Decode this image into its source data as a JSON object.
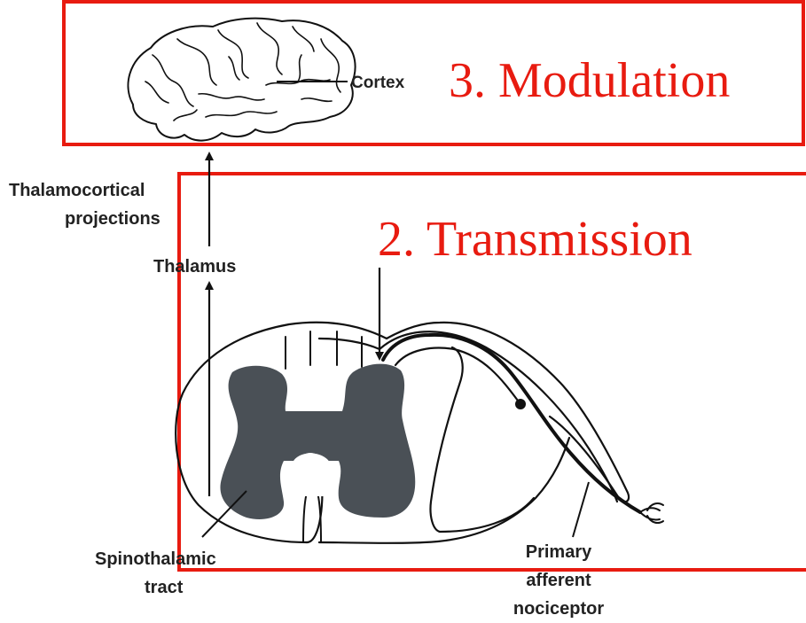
{
  "labels": {
    "cortex": "Cortex",
    "thalamocortical_line1": "Thalamocortical",
    "thalamocortical_line2": "projections",
    "thalamus": "Thalamus",
    "spinothalamic_line1": "Spinothalamic",
    "spinothalamic_line2": "tract",
    "primary_line1": "Primary",
    "primary_line2": "afferent",
    "primary_line3": "nociceptor"
  },
  "stages": {
    "modulation": "3. Modulation",
    "transmission": "2. Transmission"
  },
  "colors": {
    "accent": "#e81b10",
    "grey_matter": "#4a5056",
    "ink": "#111111"
  }
}
